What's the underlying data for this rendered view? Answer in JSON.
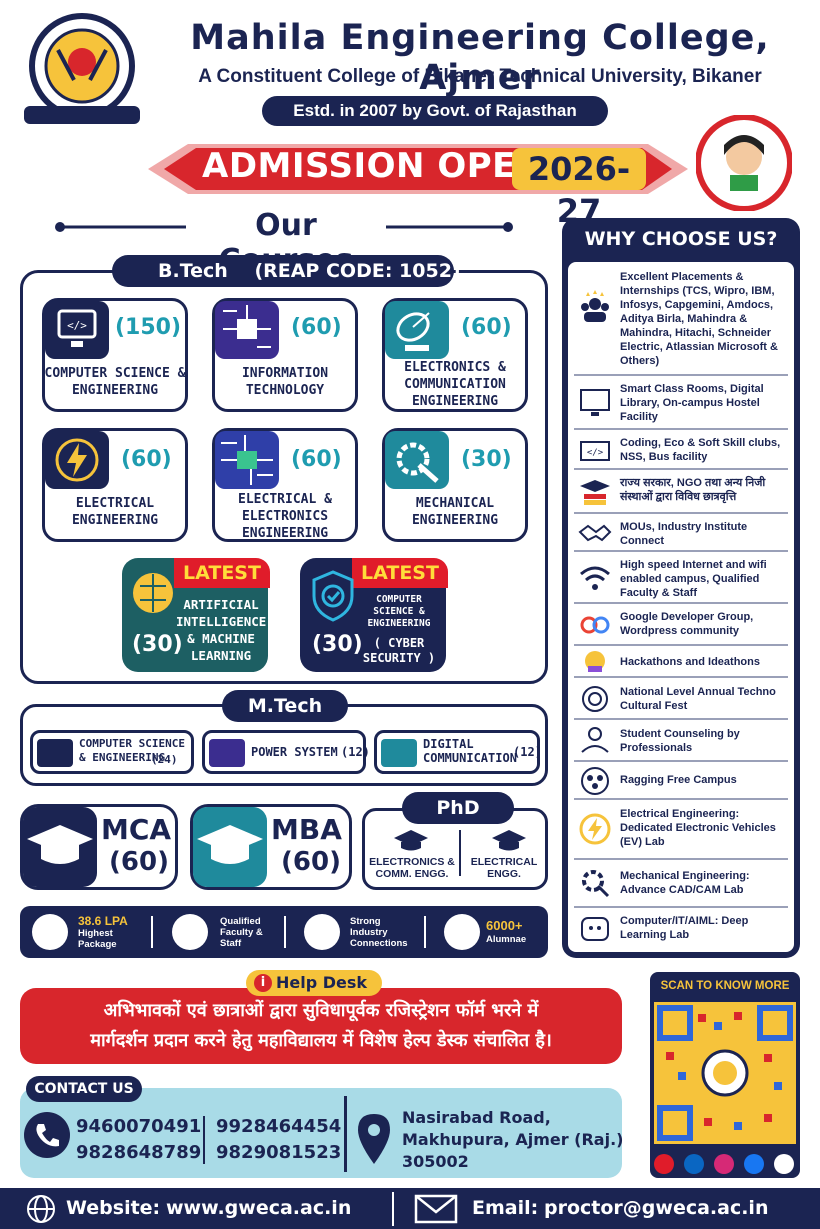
{
  "header": {
    "title": "Mahila Engineering College, Ajmer",
    "subtitle": "A Constituent College of Bikaner Technical University, Bikaner",
    "established": "Estd. in 2007 by Govt. of Rajasthan"
  },
  "banner": {
    "admission": "ADMISSION OPEN",
    "year": "2026-27"
  },
  "sections": {
    "courses_title": "Our Courses",
    "why_title": "WHY CHOOSE US?"
  },
  "btech": {
    "label": "B.Tech",
    "reap": "(REAP CODE: 1052)",
    "courses": [
      {
        "count": "(150)",
        "name": "COMPUTER SCIENCE & ENGINEERING"
      },
      {
        "count": "(60)",
        "name": "INFORMATION TECHNOLOGY"
      },
      {
        "count": "(60)",
        "name": "ELECTRONICS & COMMUNICATION ENGINEERING"
      },
      {
        "count": "(60)",
        "name": "ELECTRICAL ENGINEERING"
      },
      {
        "count": "(60)",
        "name": "ELECTRICAL & ELECTRONICS ENGINEERING"
      },
      {
        "count": "(30)",
        "name": "MECHANICAL ENGINEERING"
      }
    ],
    "latest": [
      {
        "tag": "LATEST",
        "count": "(30)",
        "name": "ARTIFICIAL INTELLIGENCE & MACHINE LEARNING"
      },
      {
        "tag": "LATEST",
        "count": "(30)",
        "name": "COMPUTER SCIENCE & ENGINEERING",
        "sub": "( CYBER SECURITY )"
      }
    ]
  },
  "mtech": {
    "label": "M.Tech",
    "courses": [
      {
        "name": "COMPUTER SCIENCE & ENGINEERING",
        "count": "(24)"
      },
      {
        "name": "POWER SYSTEM",
        "count": "(12)"
      },
      {
        "name": "DIGITAL COMMUNICATION",
        "count": "(12)"
      }
    ]
  },
  "mca": {
    "label": "MCA",
    "count": "(60)"
  },
  "mba": {
    "label": "MBA",
    "count": "(60)"
  },
  "phd": {
    "label": "PhD",
    "items": [
      "ELECTRONICS & COMM. ENGG.",
      "ELECTRICAL ENGG."
    ]
  },
  "stats": [
    {
      "value": "38.6 LPA",
      "label": "Highest Package"
    },
    {
      "value": "",
      "label": "Qualified Faculty & Staff"
    },
    {
      "value": "",
      "label": "Strong Industry Connections"
    },
    {
      "value": "6000+",
      "label": "Alumnae"
    }
  ],
  "why": [
    "Excellent Placements & Internships (TCS, Wipro, IBM, Infosys, Capgemini, Amdocs, Aditya Birla, Mahindra & Mahindra, Hitachi, Schneider Electric, Atlassian Microsoft & Others)",
    "Smart Class Rooms, Digital Library, On-campus Hostel Facility",
    "Coding, Eco & Soft Skill clubs, NSS, Bus facility",
    "राज्य सरकार, NGO तथा अन्य निजी संस्थाओं द्वारा विविध छात्रवृत्ति",
    "MOUs, Industry Institute Connect",
    "High speed Internet and wifi enabled campus, Qualified Faculty & Staff",
    "Google Developer Group, Wordpress community",
    "Hackathons and Ideathons",
    "National Level Annual Techno Cultural Fest",
    "Student Counseling by Professionals",
    "Ragging Free Campus",
    "Electrical Engineering: Dedicated Electronic Vehicles (EV) Lab",
    "Mechanical Engineering: Advance CAD/CAM Lab",
    "Computer/IT/AIML: Deep Learning Lab"
  ],
  "helpdesk": {
    "label": "Help Desk",
    "line1": "अभिभावकों एवं छात्राओं द्वारा सुविधापूर्वक रजिस्ट्रेशन फॉर्म भरने में",
    "line2": "मार्गदर्शन प्रदान करने हेतु महाविद्यालय में विशेष हेल्प डेस्क संचालित है।"
  },
  "contact": {
    "label": "CONTACT US",
    "phones": [
      "9460070491",
      "9828648789",
      "9928464454",
      "9829081523"
    ],
    "address1": "Nasirabad Road,",
    "address2": "Makhupura, Ajmer (Raj.)",
    "address3": "305002"
  },
  "qr": {
    "label": "SCAN TO KNOW MORE"
  },
  "footer": {
    "website_label": "Website:",
    "website": "www.gweca.ac.in",
    "email_label": "Email:",
    "email": "proctor@gweca.ac.in"
  },
  "colors": {
    "navy": "#1b2452",
    "teal": "#1f9cb0",
    "red": "#d8262c",
    "yellow": "#f6c33b",
    "lightblue": "#a9dbe7"
  }
}
